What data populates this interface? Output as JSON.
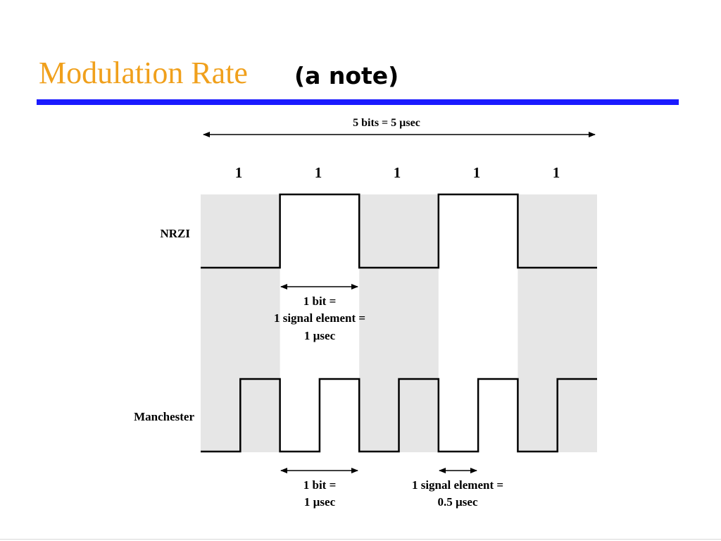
{
  "slide": {
    "title": "Modulation Rate",
    "subtitle": "(a note)"
  },
  "colors": {
    "title": "#f0a01c",
    "rule": "#1a1aff",
    "shade": "#e6e6e6",
    "signal": "#000000"
  },
  "diagram": {
    "span_label": "5 bits = 5 µsec",
    "bits": [
      "1",
      "1",
      "1",
      "1",
      "1"
    ],
    "nrzi": {
      "label": "NRZI",
      "levels": [
        0,
        1,
        0,
        1,
        0
      ]
    },
    "manchester": {
      "label": "Manchester",
      "half_levels": [
        0,
        1,
        0,
        1,
        0,
        1,
        0,
        1,
        0,
        1
      ]
    },
    "nrzi_note": [
      "1 bit =",
      "1 signal element =",
      "1 µsec"
    ],
    "manchester_bit_note": [
      "1 bit =",
      "1 µsec"
    ],
    "manchester_element_note": [
      "1 signal element =",
      "0.5 µsec"
    ]
  }
}
